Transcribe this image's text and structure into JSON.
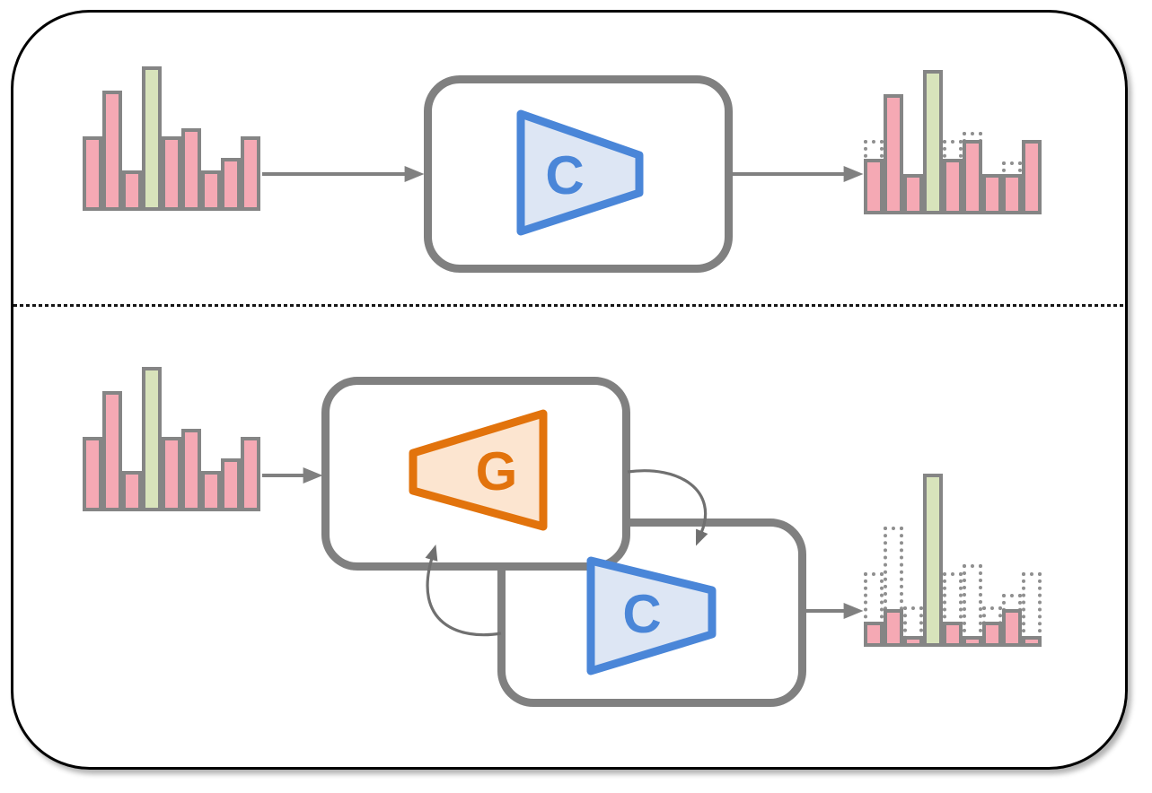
{
  "modules": {
    "classifier_top": {
      "label": "C"
    },
    "generator": {
      "label": "G"
    },
    "classifier_bottom": {
      "label": "C"
    }
  },
  "colors": {
    "frame_border": "#000000",
    "divider": "#161616",
    "bar_fill_pink": "#f5a9b4",
    "bar_fill_green": "#d8e3bb",
    "bar_border": "#858585",
    "ghost_border": "#8f8f8f",
    "box_border": "#808080",
    "arrow": "#808080",
    "curved_arrow": "#707070",
    "classifier_border": "#4a86d8",
    "classifier_fill": "#dde6f4",
    "generator_border": "#e2730c",
    "generator_fill": "#fce5d0"
  },
  "chart_data": [
    {
      "id": "hist-input-top",
      "type": "bar",
      "title": "input distribution (top panel)",
      "values": [
        83,
        134,
        45,
        161,
        83,
        92,
        45,
        59,
        83
      ],
      "highlight_index": 3,
      "ghost_values": [
        null,
        null,
        null,
        null,
        null,
        null,
        null,
        null,
        null
      ]
    },
    {
      "id": "hist-output-top",
      "type": "bar",
      "title": "classifier output distribution (top panel, dotted = original heights)",
      "values": [
        62,
        134,
        45,
        161,
        62,
        83,
        45,
        45,
        83
      ],
      "highlight_index": 3,
      "ghost_values": [
        83,
        null,
        null,
        null,
        83,
        92,
        null,
        59,
        null
      ]
    },
    {
      "id": "hist-input-bottom",
      "type": "bar",
      "title": "input distribution (bottom panel)",
      "values": [
        83,
        134,
        45,
        161,
        83,
        92,
        45,
        59,
        83
      ],
      "highlight_index": 3,
      "ghost_values": [
        null,
        null,
        null,
        null,
        null,
        null,
        null,
        null,
        null
      ]
    },
    {
      "id": "hist-output-bottom",
      "type": "bar",
      "title": "generator+classifier output distribution (bottom panel, dotted = original heights)",
      "values": [
        28,
        42,
        12,
        193,
        28,
        12,
        28,
        42,
        12
      ],
      "highlight_index": 3,
      "ghost_values": [
        83,
        134,
        45,
        null,
        83,
        92,
        45,
        59,
        83
      ]
    }
  ]
}
